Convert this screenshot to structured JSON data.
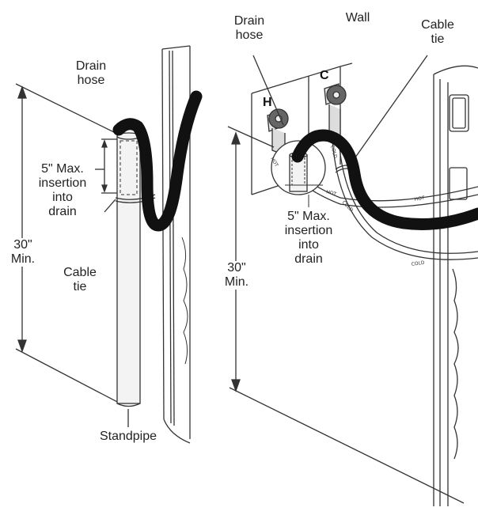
{
  "colors": {
    "line": "#333333",
    "hose": "#111111",
    "pipe_fill": "#f3f3f3",
    "background": "#ffffff",
    "faucet": "#555555",
    "text": "#222222"
  },
  "left_figure": {
    "drain_hose_label": [
      "Drain",
      "hose"
    ],
    "insertion_label": [
      "5\" Max.",
      "insertion",
      "into",
      "drain"
    ],
    "height_label": [
      "30\"",
      "Min."
    ],
    "cable_tie_label": [
      "Cable",
      "tie"
    ],
    "standpipe_label": "Standpipe"
  },
  "right_figure": {
    "drain_hose_label": [
      "Drain",
      "hose"
    ],
    "wall_label": "Wall",
    "cable_tie_label": [
      "Cable",
      "tie"
    ],
    "insertion_label": [
      "5\" Max.",
      "insertion",
      "into",
      "drain"
    ],
    "height_label": [
      "30\"",
      "Min."
    ],
    "hot_valve_letter": "H",
    "cold_valve_letter": "C",
    "hose_marks": [
      "HOT",
      "COLD",
      "HOT",
      "COLD",
      "HOT",
      "COLD"
    ]
  }
}
